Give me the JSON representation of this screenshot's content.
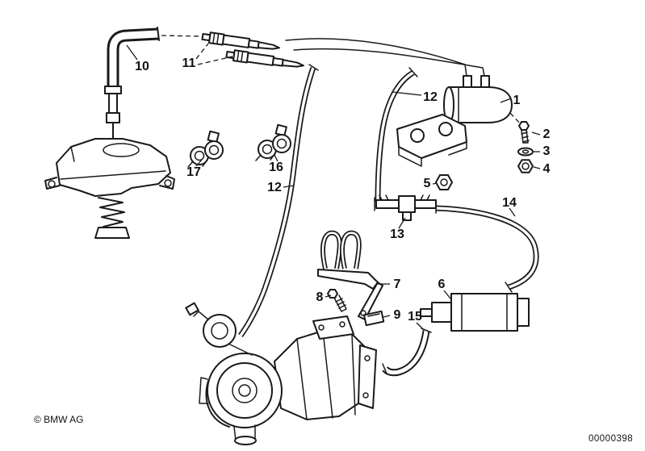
{
  "page": {
    "copyright": "© BMW AG",
    "doc_number": "00000398",
    "background": "#ffffff",
    "line_color": "#1a1a1a"
  },
  "callouts": [
    {
      "number": "10"
    },
    {
      "number": "11"
    },
    {
      "number": "12"
    },
    {
      "number": "1"
    },
    {
      "number": "2"
    },
    {
      "number": "3"
    },
    {
      "number": "4"
    },
    {
      "number": "5"
    },
    {
      "number": "17"
    },
    {
      "number": "16"
    },
    {
      "number": "12"
    },
    {
      "number": "13"
    },
    {
      "number": "14"
    },
    {
      "number": "7"
    },
    {
      "number": "8"
    },
    {
      "number": "9"
    },
    {
      "number": "15"
    },
    {
      "number": "6"
    }
  ]
}
